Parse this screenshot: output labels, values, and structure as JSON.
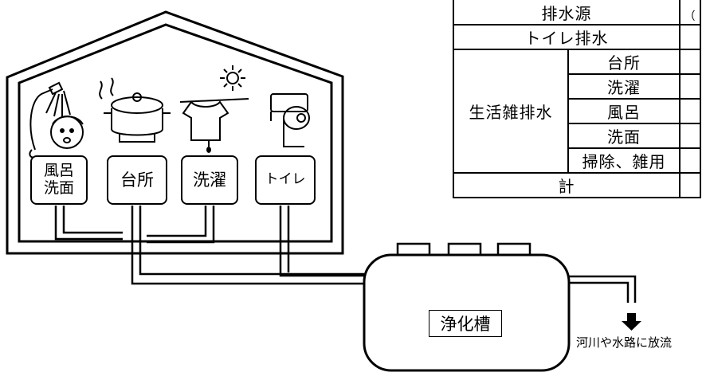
{
  "house": {
    "fixtures": [
      {
        "id": "bath",
        "label_line1": "風呂",
        "label_line2": "洗面",
        "icon": "shower-bath-icon"
      },
      {
        "id": "kitchen",
        "label": "台所",
        "icon": "cooking-pot-icon"
      },
      {
        "id": "laundry",
        "label": "洗濯",
        "icon": "laundry-sun-icon"
      },
      {
        "id": "toilet",
        "label": "トイレ",
        "icon": "toilet-paper-icon"
      }
    ]
  },
  "tank": {
    "label": "浄化槽"
  },
  "discharge": {
    "label": "河川や水路に放流",
    "icon": "down-arrow-icon"
  },
  "table": {
    "header": "排水源",
    "header_extra": "（",
    "rows": {
      "toilet": "トイレ排水",
      "group": "生活雑排水",
      "items": [
        "台所",
        "洗濯",
        "風呂",
        "洗面",
        "掃除、雑用"
      ],
      "total": "計"
    }
  }
}
